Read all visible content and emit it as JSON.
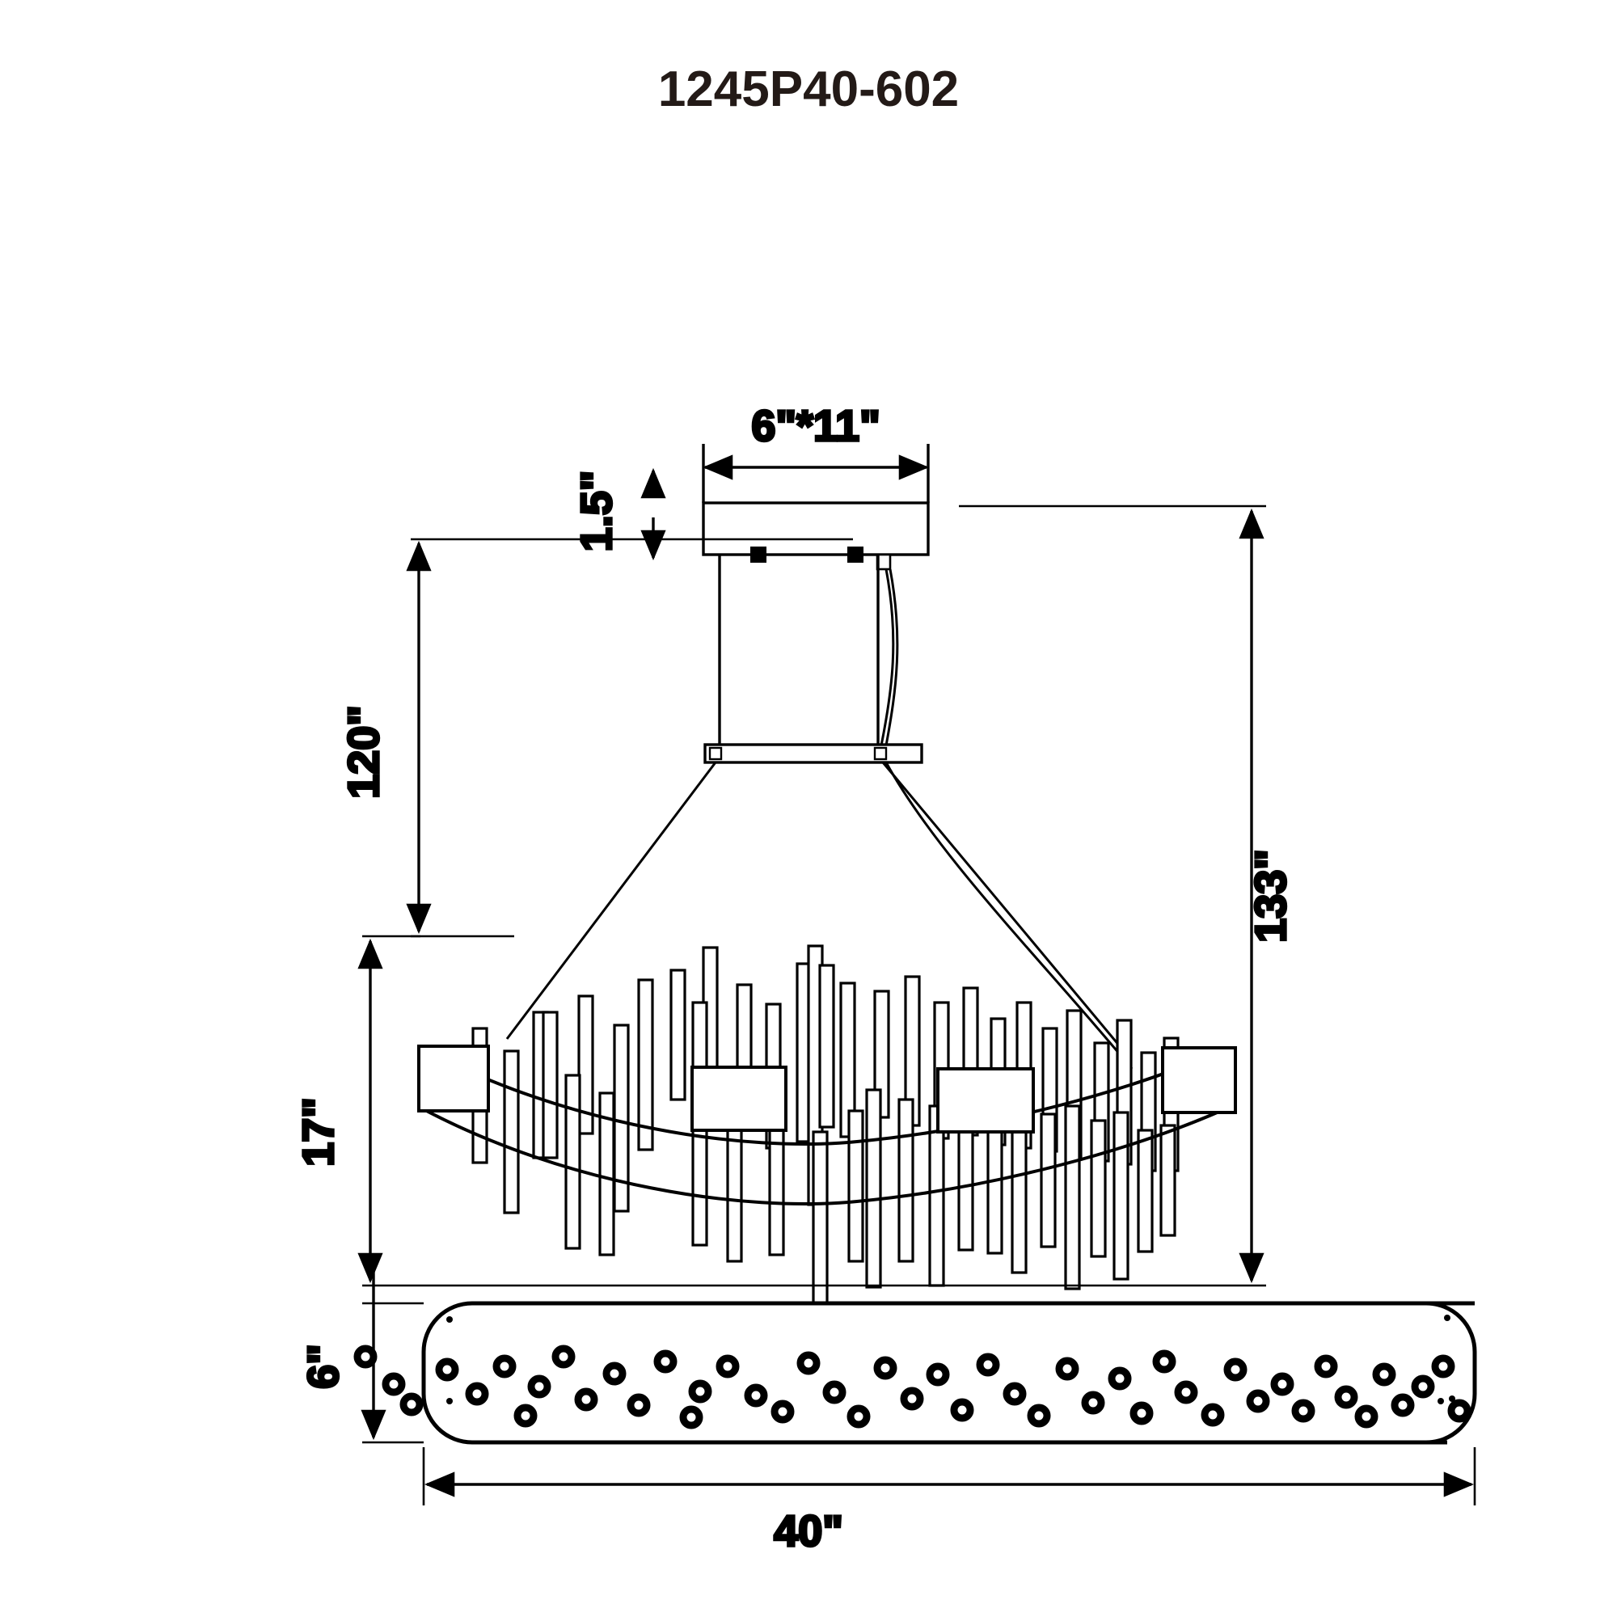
{
  "title": "1245P40-602",
  "drawing": {
    "type": "technical-dimension-drawing",
    "product": "linear-pendant-chandelier",
    "units": "inches",
    "views": [
      {
        "name": "elevation-view",
        "label": "front elevation"
      },
      {
        "name": "plan-view",
        "label": "bottom plan"
      }
    ]
  },
  "dimensions": {
    "canopy_size": "6\"*11\"",
    "canopy_height": "1.5\"",
    "drop_height": "120\"",
    "fixture_height": "17\"",
    "overall_height": "133\"",
    "plan_depth": "6\"",
    "plan_width": "40\""
  },
  "colors": {
    "line": "#000000",
    "background": "#ffffff",
    "text": "#231a17"
  },
  "plan_circles": [
    [
      452,
      1678
    ],
    [
      487,
      1712
    ],
    [
      553,
      1694
    ],
    [
      509,
      1737
    ],
    [
      590,
      1724
    ],
    [
      624,
      1690
    ],
    [
      667,
      1715
    ],
    [
      650,
      1751
    ],
    [
      697,
      1678
    ],
    [
      725,
      1731
    ],
    [
      760,
      1699
    ],
    [
      790,
      1738
    ],
    [
      823,
      1684
    ],
    [
      866,
      1721
    ],
    [
      855,
      1753
    ],
    [
      900,
      1690
    ],
    [
      935,
      1726
    ],
    [
      968,
      1746
    ],
    [
      1000,
      1686
    ],
    [
      1032,
      1722
    ],
    [
      1062,
      1752
    ],
    [
      1095,
      1692
    ],
    [
      1128,
      1730
    ],
    [
      1160,
      1700
    ],
    [
      1190,
      1744
    ],
    [
      1222,
      1688
    ],
    [
      1255,
      1724
    ],
    [
      1285,
      1751
    ],
    [
      1320,
      1693
    ],
    [
      1352,
      1735
    ],
    [
      1385,
      1705
    ],
    [
      1412,
      1748
    ],
    [
      1440,
      1684
    ],
    [
      1467,
      1722
    ],
    [
      1500,
      1750
    ],
    [
      1528,
      1694
    ],
    [
      1556,
      1733
    ],
    [
      1586,
      1712
    ],
    [
      1612,
      1745
    ],
    [
      1640,
      1690
    ],
    [
      1665,
      1728
    ],
    [
      1690,
      1752
    ],
    [
      1712,
      1700
    ],
    [
      1735,
      1738
    ],
    [
      1760,
      1715
    ],
    [
      1785,
      1690
    ],
    [
      1805,
      1745
    ]
  ]
}
